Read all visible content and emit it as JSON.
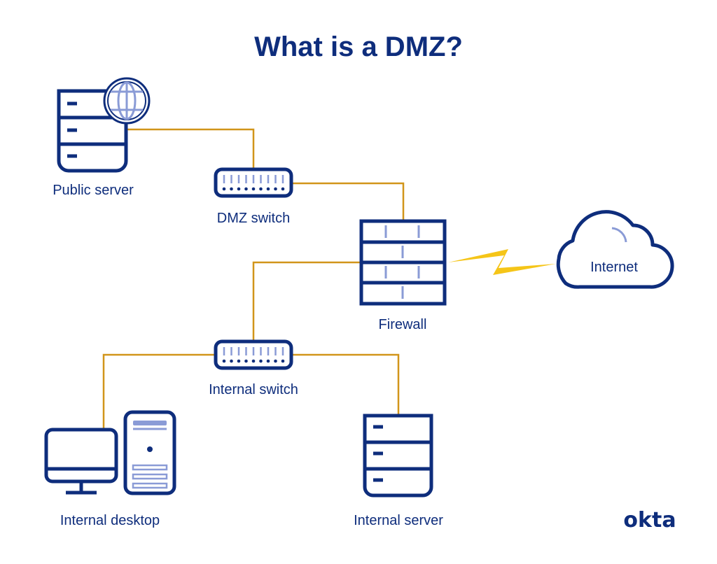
{
  "title": "What is a DMZ?",
  "nodes": {
    "public_server": {
      "label": "Public server",
      "icon": "server-globe-icon"
    },
    "dmz_switch": {
      "label": "DMZ switch",
      "icon": "switch-icon"
    },
    "firewall": {
      "label": "Firewall",
      "icon": "firewall-icon"
    },
    "internet": {
      "label": "Internet",
      "icon": "cloud-icon"
    },
    "internal_switch": {
      "label": "Internal switch",
      "icon": "switch-icon"
    },
    "internal_desktop": {
      "label": "Internal desktop",
      "icon": "desktop-computer-icon"
    },
    "internal_server": {
      "label": "Internal server",
      "icon": "server-icon"
    }
  },
  "connections": [
    {
      "from": "public_server",
      "to": "dmz_switch",
      "type": "wired"
    },
    {
      "from": "dmz_switch",
      "to": "firewall",
      "type": "wired"
    },
    {
      "from": "firewall",
      "to": "internet",
      "type": "wireless"
    },
    {
      "from": "firewall",
      "to": "internal_switch",
      "type": "wired"
    },
    {
      "from": "internal_switch",
      "to": "internal_desktop",
      "type": "wired"
    },
    {
      "from": "internal_switch",
      "to": "internal_server",
      "type": "wired"
    }
  ],
  "colors": {
    "primary": "#0e2d7c",
    "accent_light": "#8a9bd6",
    "wire": "#d1951a",
    "lightning": "#f5c518"
  },
  "brand": {
    "logo_text": "okta"
  }
}
